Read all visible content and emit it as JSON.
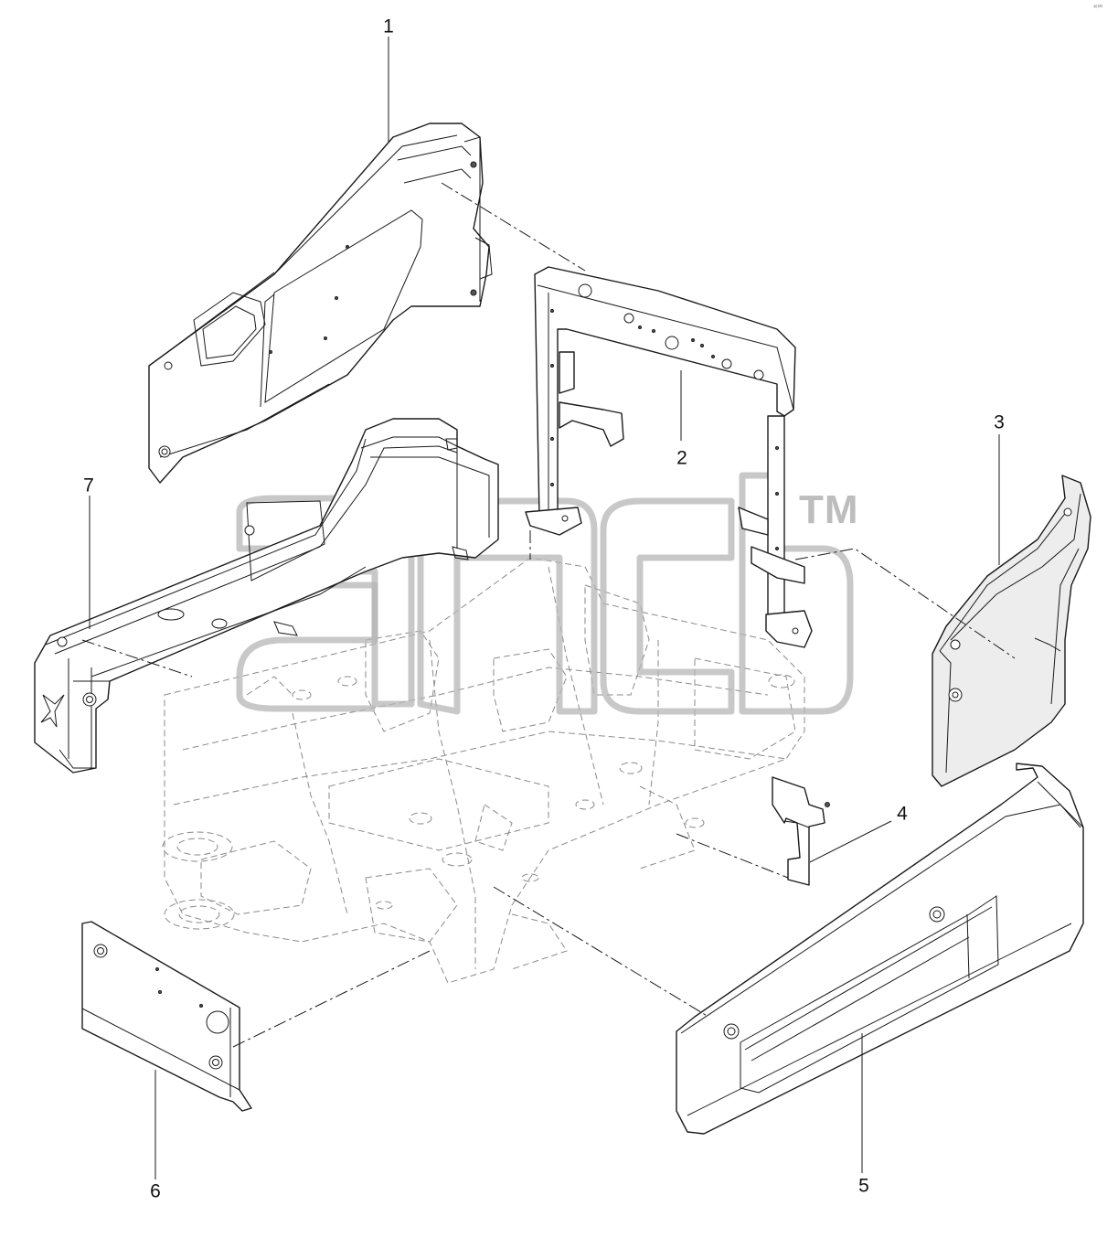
{
  "diagram": {
    "watermark_mark": "TM",
    "corner_mark": "«∞",
    "callouts": [
      {
        "id": "1",
        "label": "1"
      },
      {
        "id": "2",
        "label": "2"
      },
      {
        "id": "3",
        "label": "3"
      },
      {
        "id": "4",
        "label": "4"
      },
      {
        "id": "5",
        "label": "5"
      },
      {
        "id": "6",
        "label": "6"
      },
      {
        "id": "7",
        "label": "7"
      }
    ]
  },
  "colors": {
    "line": "#1a1a1a",
    "hidden_line": "#8a8a8a",
    "watermark": "#b5b5b5",
    "background": "#ffffff"
  }
}
